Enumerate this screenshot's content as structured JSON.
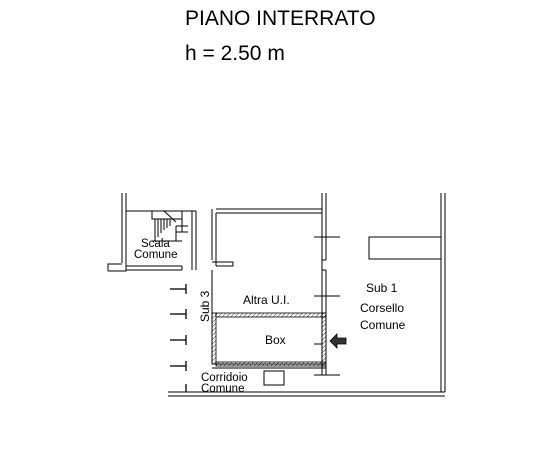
{
  "header": {
    "title": "PIANO INTERRATO",
    "height_label": "h = 2.50 m"
  },
  "labels": {
    "scala_1": "Scala",
    "scala_2": "Comune",
    "sub3": "Sub 3",
    "altra_ui": "Altra U.I.",
    "box": "Box",
    "sub1": "Sub 1",
    "corsello_1": "Corsello",
    "corsello_2": "Comune",
    "corridoio_1": "Corridoio",
    "corridoio_2": "Comune"
  },
  "icons": {
    "entrance": "entrance-arrow-icon",
    "stair": "stair-icon"
  }
}
